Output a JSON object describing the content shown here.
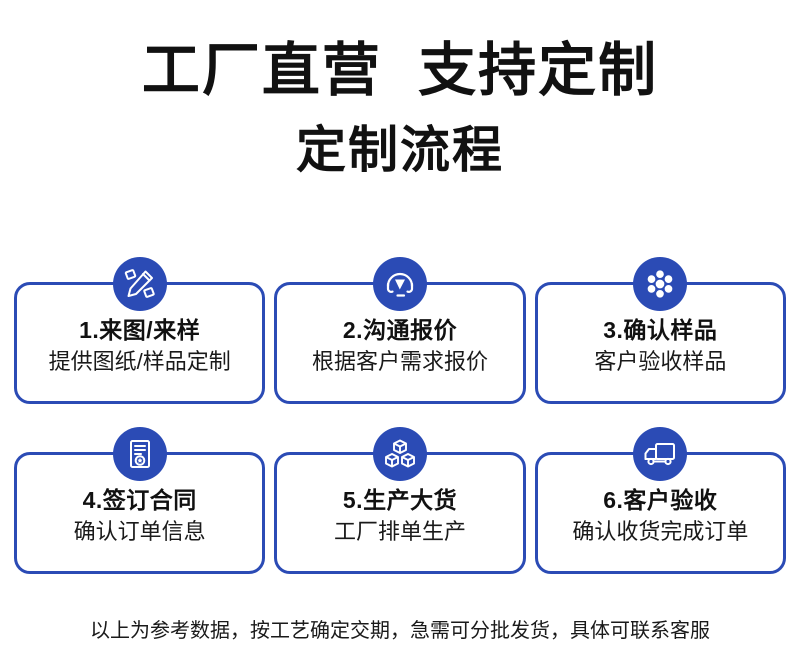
{
  "header": {
    "title_main": "工厂直营  支持定制",
    "title_sub": "定制流程"
  },
  "colors": {
    "brand_blue": "#2B4BB5",
    "text_dark": "#111111",
    "background": "#FFFFFF"
  },
  "steps": [
    {
      "icon": "drafting-pencil-icon",
      "title": "1.来图/来样",
      "desc": "提供图纸/样品定制"
    },
    {
      "icon": "headset-support-icon",
      "title": "2.沟通报价",
      "desc": "根据客户需求报价"
    },
    {
      "icon": "wire-rope-cross-section-icon",
      "title": "3.确认样品",
      "desc": "客户验收样品"
    },
    {
      "icon": "contract-seal-icon",
      "title": "4.签订合同",
      "desc": "确认订单信息"
    },
    {
      "icon": "stacked-boxes-icon",
      "title": "5.生产大货",
      "desc": "工厂排单生产"
    },
    {
      "icon": "delivery-truck-icon",
      "title": "6.客户验收",
      "desc": "确认收货完成订单"
    }
  ],
  "footer": {
    "note": "以上为参考数据，按工艺确定交期，急需可分批发货，具体可联系客服"
  }
}
